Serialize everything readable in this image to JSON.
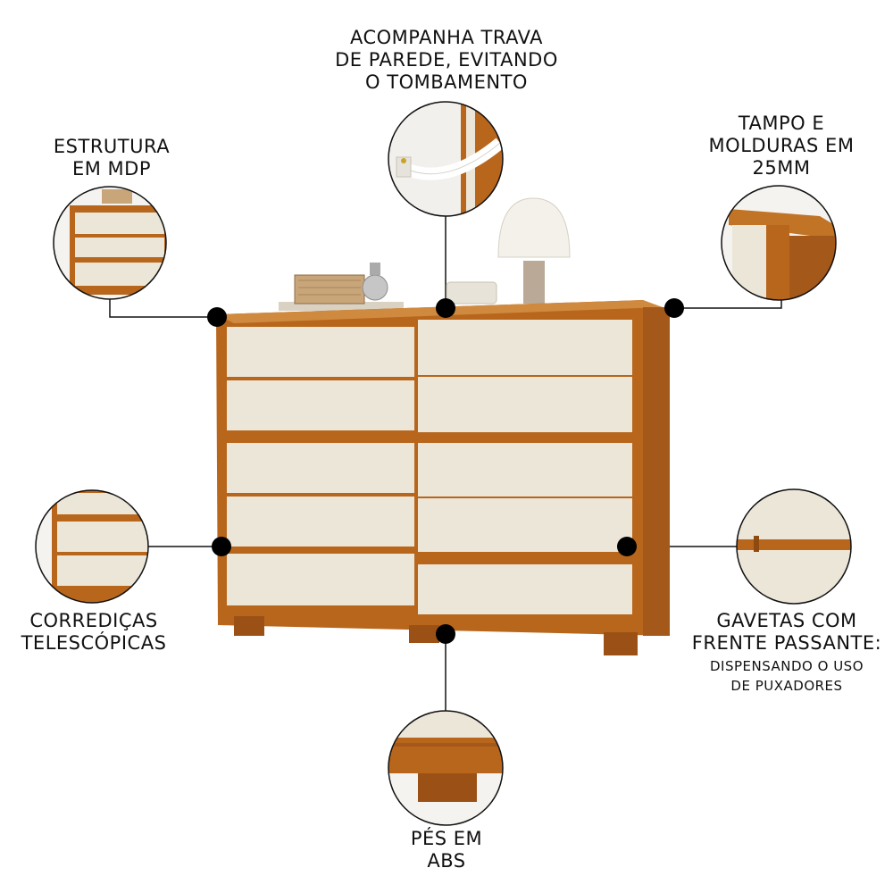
{
  "callouts": {
    "wall_lock": {
      "lines": [
        "ACOMPANHA TRAVA",
        "DE PAREDE, EVITANDO",
        "O TOMBAMENTO"
      ]
    },
    "structure": {
      "lines": [
        "ESTRUTURA",
        "EM MDP"
      ]
    },
    "top_frames": {
      "lines": [
        "TAMPO E",
        "MOLDURAS EM",
        "25MM"
      ]
    },
    "slides": {
      "lines": [
        "CORREDIÇAS",
        "TELESCÓPICAS"
      ]
    },
    "drawer_fronts": {
      "lines": [
        "GAVETAS COM",
        "FRENTE PASSANTE:"
      ],
      "sub_lines": [
        "DISPENSANDO O USO",
        "DE PUXADORES"
      ]
    },
    "feet": {
      "lines": [
        "PÉS EM",
        "ABS"
      ]
    }
  },
  "colors": {
    "wood": "#b8661c",
    "wood_dark": "#8f4a10",
    "cream": "#ece6d8",
    "line": "#111111"
  }
}
